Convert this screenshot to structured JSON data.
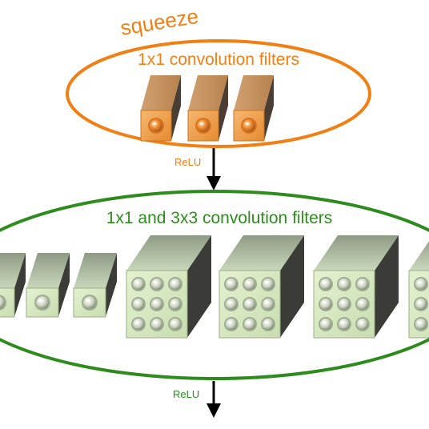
{
  "squeeze": {
    "label": "squeeze",
    "caption": "1x1 convolution filters",
    "activation": "ReLU",
    "color": "#F07F14"
  },
  "expand": {
    "caption": "1x1 and 3x3 convolution filters",
    "activation": "ReLU",
    "color": "#2E8B1E"
  },
  "colors": {
    "arrow": "#000000",
    "orange_face": "#F0A050",
    "orange_dark": "#5a4a40",
    "green_face": "#D6E9BC",
    "green_side": "#3a3a36",
    "green_top": "#c3d4b2"
  },
  "icons": [
    "filter-cube-icon",
    "bump-icon",
    "arrow-down-icon"
  ]
}
